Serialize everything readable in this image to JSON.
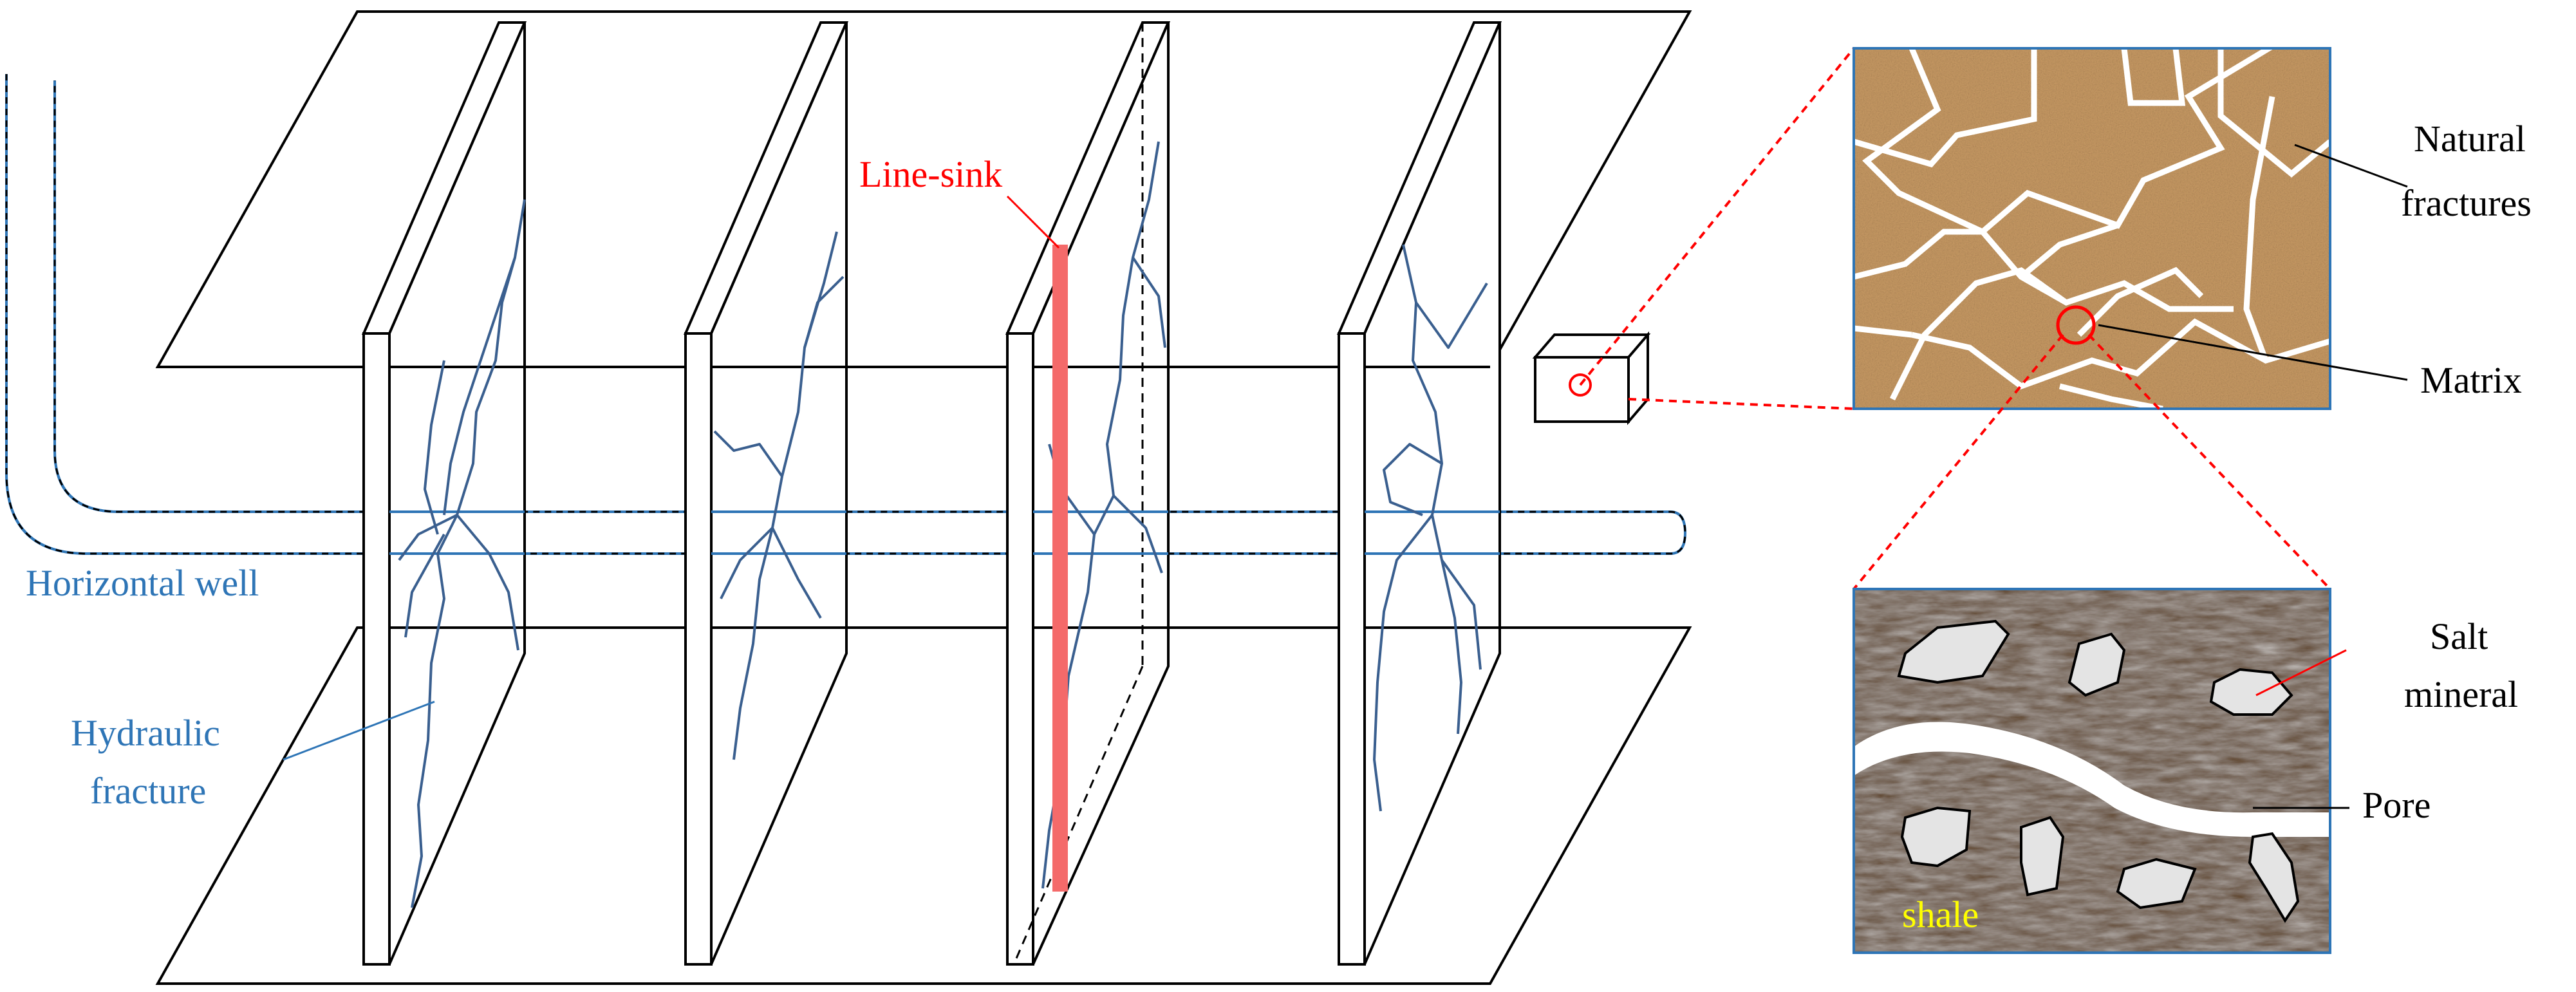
{
  "labels": {
    "line_sink": "Line-sink",
    "horizontal_well": "Horizontal well",
    "hydraulic_fracture_line1": "Hydraulic",
    "hydraulic_fracture_line2": "fracture",
    "natural_fractures_line1": "Natural",
    "natural_fractures_line2": "fractures",
    "matrix": "Matrix",
    "salt_mineral_line1": "Salt",
    "salt_mineral_line2": "mineral",
    "pore": "Pore",
    "shale": "shale"
  },
  "colors": {
    "outline": "#000000",
    "well": "#2e75b6",
    "fracture": "#3a5f8f",
    "line_sink": "#f46a6a",
    "callout": "#ff0000",
    "matrix_rock": "#c89a64",
    "shale_rock": "#5e4326",
    "salt_grain": "#e4e4e4",
    "shale_label": "#ffff00"
  }
}
